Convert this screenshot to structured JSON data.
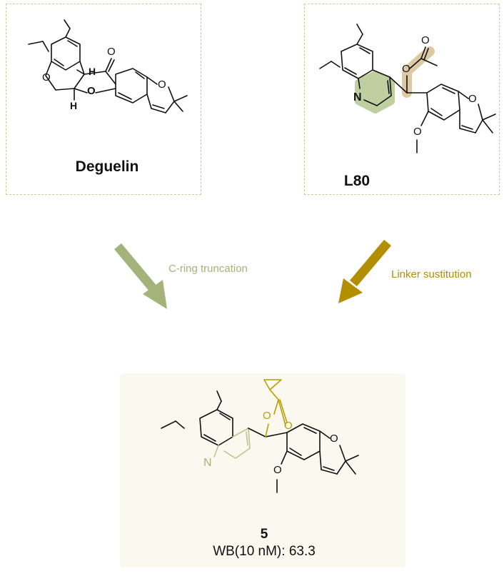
{
  "deguelin": {
    "name": "Deguelin",
    "atoms": {
      "O": "O",
      "H": "H"
    }
  },
  "l80": {
    "name": "L80",
    "atoms": {
      "O": "O",
      "N": "N"
    }
  },
  "compound5": {
    "name": "5",
    "wb_label": "WB(10 nM):",
    "wb_value": "63.3",
    "atoms": {
      "O": "O",
      "N": "N"
    }
  },
  "arrows": {
    "left": {
      "label": "C-ring truncation",
      "color": "#a3b37a"
    },
    "right": {
      "label": "Linker sustitution",
      "color": "#b38f00"
    }
  },
  "colors": {
    "panel_border": "#c9cf9a",
    "highlight_green": "#b6c78f",
    "highlight_tan": "#d9c39a",
    "linker_gold": "#b8a000",
    "box_fill": "#fbf8f0"
  }
}
